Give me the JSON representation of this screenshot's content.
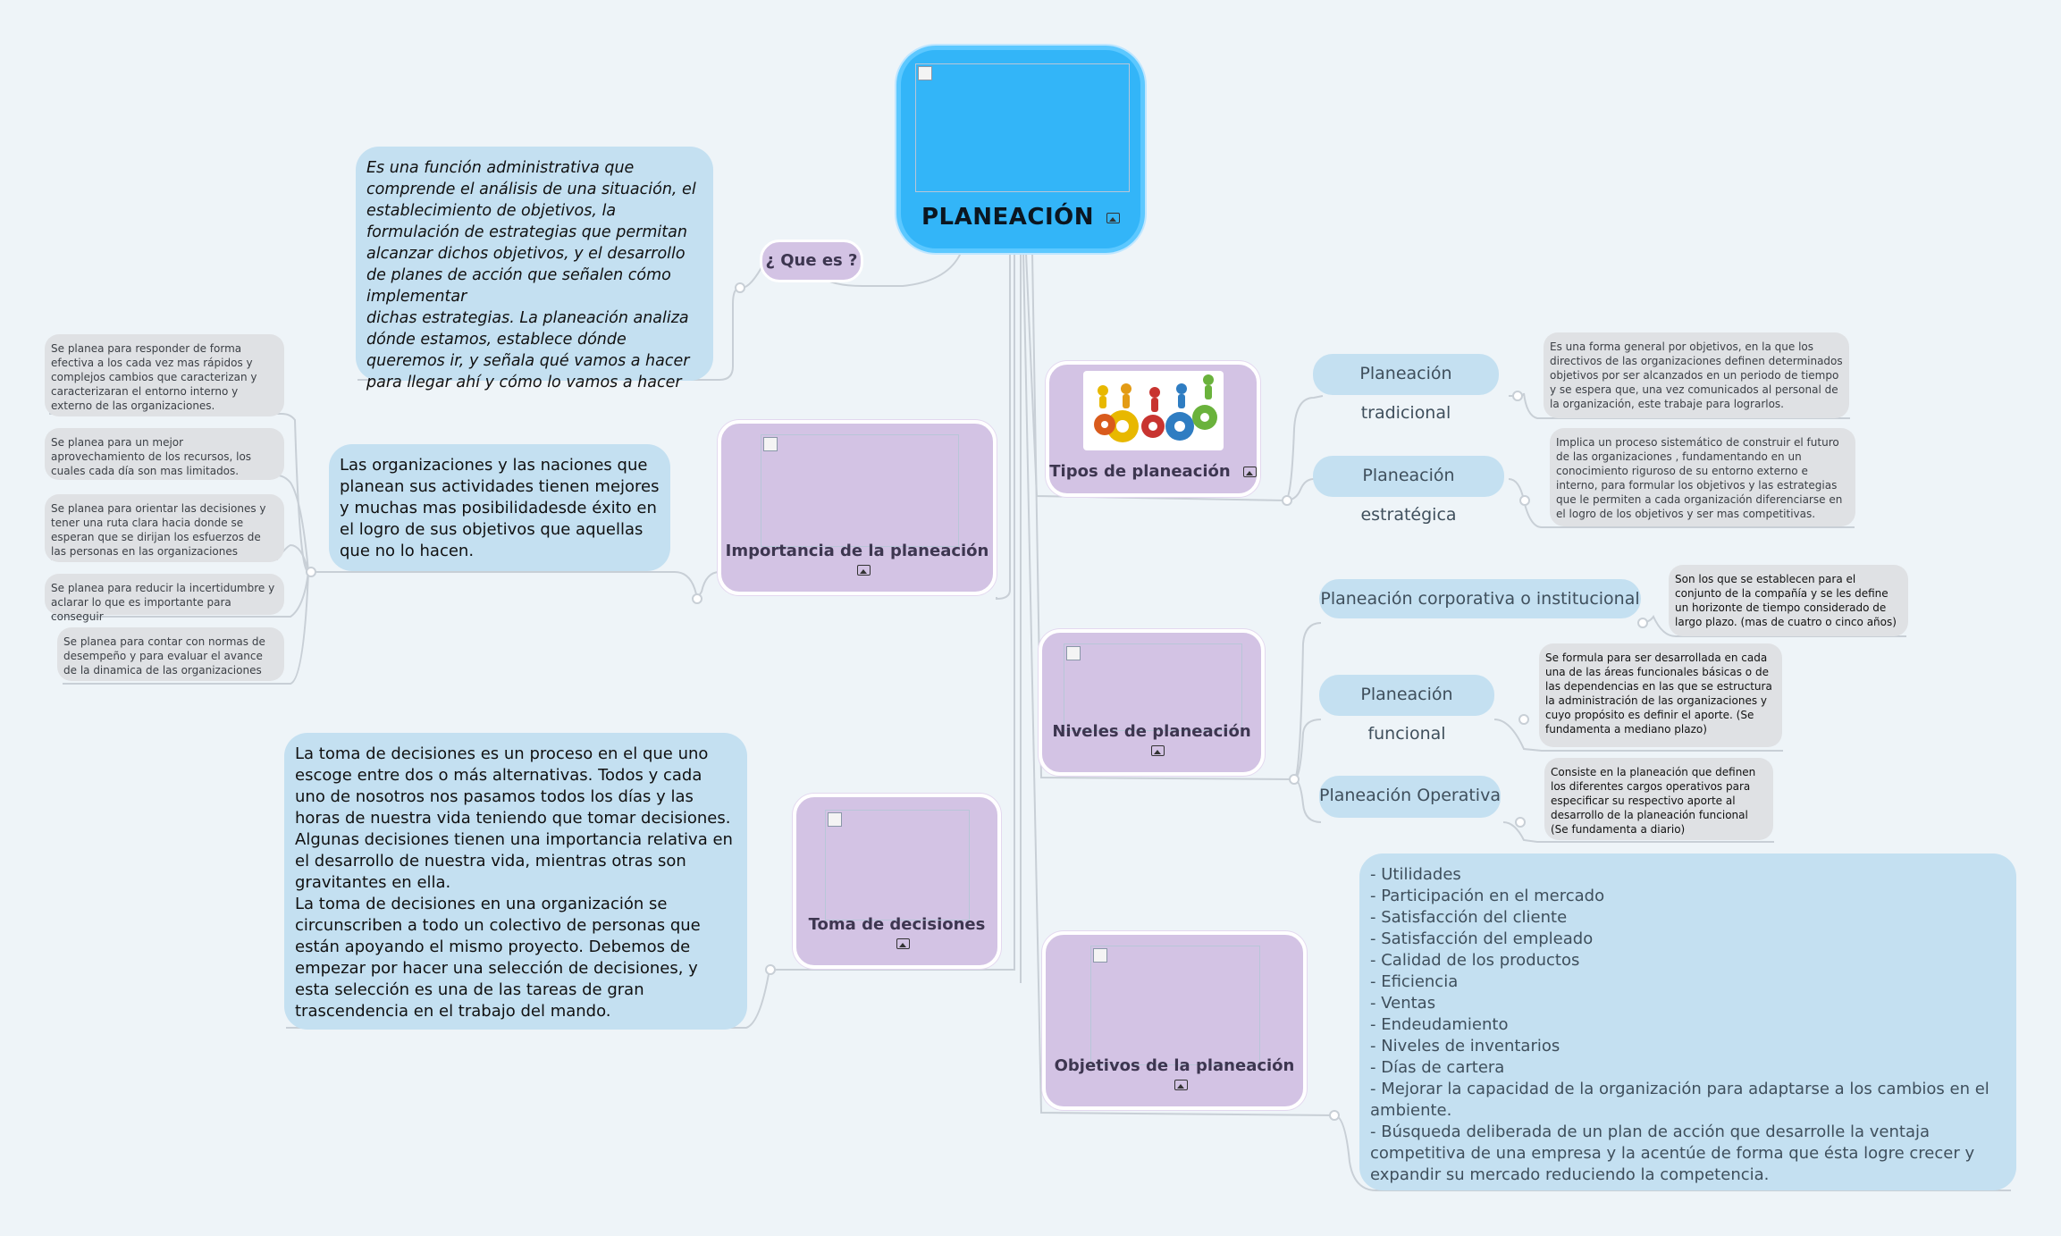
{
  "root": {
    "title": "PLANEACIÓN"
  },
  "que_es": {
    "label": "¿ Que es ?",
    "text": "Es una función administrativa  que comprende el análisis de una situación, el establecimiento de objetivos, la formulación de estrategias que permitan alcanzar dichos objetivos, y el desarrollo de planes de acción que señalen cómo implementar\ndichas estrategias. La planeación analiza dónde estamos, establece dónde queremos ir, y señala qué vamos a hacer para llegar ahí y cómo lo vamos a hacer"
  },
  "importancia": {
    "label": "Importancia de la planeación",
    "text": "Las organizaciones y las naciones que planean sus actividades tienen mejores y muchas mas posibilidadesde éxito en el logro de sus objetivos que aquellas que no lo hacen.",
    "items": [
      "Se planea para responder de forma efectiva a los cada vez mas rápidos y complejos cambios que caracterizan y caracterizaran el entorno interno y externo de las organizaciones.",
      "Se planea para un mejor aprovechamiento de los recursos, los cuales cada día son mas limitados.",
      "Se planea para orientar las decisiones y tener una ruta clara hacia donde se esperan que se dirijan los esfuerzos de las personas en las organizaciones",
      "Se planea para reducir la incertidumbre y aclarar lo que es importante para conseguir",
      "Se planea para contar con normas de desempeño y para evaluar el avance de la dinamica de las organizaciones"
    ]
  },
  "toma": {
    "label": "Toma de decisiones",
    "text": "La toma de decisiones es un proceso en el que uno escoge entre dos o más alternativas. Todos y cada uno de nosotros nos pasamos todos los días y las horas de nuestra vida teniendo que tomar decisiones. Algunas decisiones tienen una importancia relativa en el desarrollo de nuestra vida, mientras otras son gravitantes en ella.\nLa toma de decisiones en una organización se circunscriben a todo un colectivo de personas que están apoyando el mismo proyecto. Debemos de empezar por hacer una selección de decisiones, y esta selección es una de las tareas de gran trascendencia en el trabajo del mando."
  },
  "tipos": {
    "label": "Tipos de planeación",
    "items": [
      {
        "label": "Planeación tradicional",
        "desc": "Es una forma general por objetivos, en la que los directivos de las organizaciones definen determinados objetivos por ser alcanzados en un periodo de tiempo y se espera que, una vez comunicados al personal de la organización, este trabaje para lograrlos."
      },
      {
        "label": "Planeación estratégica",
        "desc": "Implica un proceso sistemático de construir el futuro de las organizaciones , fundamentando en un conocimiento riguroso de su entorno externo e interno, para formular los objetivos y las estrategias que le permiten a cada organización diferenciarse en el logro de los objetivos y ser mas competitivas."
      }
    ]
  },
  "niveles": {
    "label": "Niveles de planeación",
    "items": [
      {
        "label": "Planeación corporativa o institucional",
        "desc": "Son los que se establecen para el conjunto de la compañía y se les define un horizonte de tiempo considerado de largo plazo. (mas de cuatro o cinco años)"
      },
      {
        "label": "Planeación funcional",
        "desc": "Se formula para ser desarrollada en cada una de las áreas funcionales básicas o de las dependencias en las que se estructura la administración de las organizaciones y cuyo propósito es definir el aporte. (Se fundamenta a mediano plazo)"
      },
      {
        "label": "Planeación Operativa",
        "desc": "Consiste en la planeación que definen los diferentes cargos operativos para especificar su respectivo aporte al desarrollo de la planeación funcional (Se fundamenta a diario)"
      }
    ]
  },
  "objetivos": {
    "label": "Objetivos de la planeación",
    "text": "- Utilidades\n- Participación en el mercado\n- Satisfacción del cliente\n- Satisfacción del empleado\n- Calidad de los productos\n- Eficiencia\n- Ventas\n- Endeudamiento\n- Niveles de inventarios\n- Días de cartera\n- Mejorar la capacidad de la organización para adaptarse a los cambios en el ambiente.\n- Búsqueda deliberada de un plan de acción que desarrolle la ventaja competitiva de una empresa y la acentúe de forma que ésta logre crecer y expandir su mercado reduciendo la competencia."
  },
  "colors": {
    "root": "#33b5f8",
    "topic": "#d3c3e4",
    "detail": "#c4e0f1",
    "note": "#dfe1e4",
    "line": "#c8d0d8"
  }
}
